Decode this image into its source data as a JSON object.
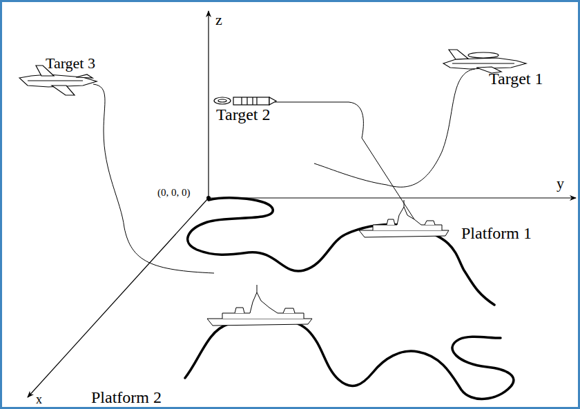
{
  "diagram": {
    "labels": [
      "z",
      "Target 3",
      "Target 2",
      "Target 1",
      "(0, 0, 0)",
      "y",
      "Platform 1",
      "Platform 2",
      "x"
    ]
  }
}
